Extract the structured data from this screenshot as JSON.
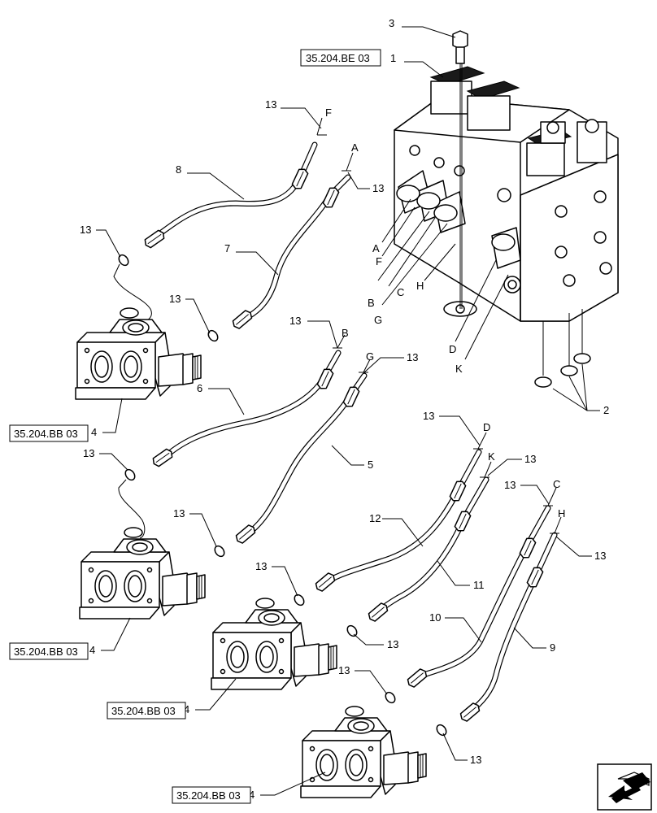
{
  "callouts": {
    "c1": "1",
    "c2": "2",
    "c3": "3",
    "c4a": "4",
    "c4b": "4",
    "c4c": "4",
    "c4d": "4",
    "c5": "5",
    "c6": "6",
    "c7": "7",
    "c8": "8",
    "c9": "9",
    "c10": "10",
    "c11": "11",
    "c12": "12",
    "c13_01": "13",
    "c13_02": "13",
    "c13_03": "13",
    "c13_04": "13",
    "c13_05": "13",
    "c13_06": "13",
    "c13_07": "13",
    "c13_08": "13",
    "c13_09": "13",
    "c13_10": "13",
    "c13_11": "13",
    "c13_12": "13",
    "c13_13": "13",
    "c13_14": "13",
    "c13_15": "13",
    "c13_16": "13"
  },
  "port_letters": {
    "pipe_F": "F",
    "pipe_A": "A",
    "pipe_B": "B",
    "pipe_G": "G",
    "pipe_D": "D",
    "pipe_K": "K",
    "pipe_C": "C",
    "pipe_H": "H",
    "valve_A": "A",
    "valve_F": "F",
    "valve_B": "B",
    "valve_C": "C",
    "valve_G": "G",
    "valve_H": "H",
    "valve_D": "D",
    "valve_K": "K"
  },
  "references": {
    "valve_ref": "35.204.BE 03",
    "coupler_ref_1": "35.204.BB 03",
    "coupler_ref_2": "35.204.BB 03",
    "coupler_ref_3": "35.204.BB 03",
    "coupler_ref_4": "35.204.BB 03"
  },
  "icons": {
    "nav": "navigate-arrow-icon"
  }
}
